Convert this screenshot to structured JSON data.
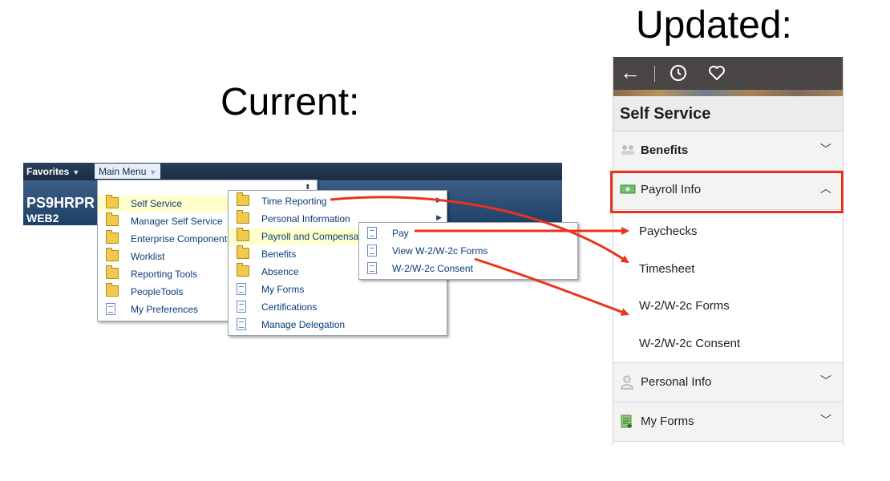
{
  "titles": {
    "current": "Current:",
    "updated": "Updated:"
  },
  "current": {
    "favorites_label": "Favorites",
    "main_menu_label": "Main Menu",
    "banner_title": "PS9HRPR",
    "banner_subtitle": "WEB2",
    "menu_level1": [
      {
        "label": "Self Service",
        "icon": "folder-icon",
        "highlighted": true
      },
      {
        "label": "Manager Self Service",
        "icon": "folder-icon"
      },
      {
        "label": "Enterprise Components",
        "icon": "folder-icon"
      },
      {
        "label": "Worklist",
        "icon": "folder-icon"
      },
      {
        "label": "Reporting Tools",
        "icon": "folder-icon"
      },
      {
        "label": "PeopleTools",
        "icon": "folder-icon"
      },
      {
        "label": "My Preferences",
        "icon": "document-icon"
      }
    ],
    "menu_level2": [
      {
        "label": "Time Reporting",
        "icon": "folder-icon",
        "submenu": true
      },
      {
        "label": "Personal Information",
        "icon": "folder-icon",
        "submenu": true
      },
      {
        "label": "Payroll and Compensation",
        "icon": "folder-icon",
        "highlighted": true
      },
      {
        "label": "Benefits",
        "icon": "folder-icon"
      },
      {
        "label": "Absence",
        "icon": "folder-icon"
      },
      {
        "label": "My Forms",
        "icon": "document-icon"
      },
      {
        "label": "Certifications",
        "icon": "document-icon"
      },
      {
        "label": "Manage Delegation",
        "icon": "document-icon"
      }
    ],
    "menu_level3": [
      {
        "label": "Pay",
        "icon": "document-icon"
      },
      {
        "label": "View W-2/W-2c Forms",
        "icon": "document-icon"
      },
      {
        "label": "W-2/W-2c Consent",
        "icon": "document-icon"
      }
    ]
  },
  "updated": {
    "header_title": "Self Service",
    "toolbar_icons": [
      "back-arrow-icon",
      "history-icon",
      "favorites-heart-icon"
    ],
    "sections": [
      {
        "label": "Benefits",
        "icon": "benefits-icon",
        "expanded": false
      },
      {
        "label": "Payroll Info",
        "icon": "payroll-icon",
        "expanded": true,
        "items": [
          "Paychecks",
          "Timesheet",
          "W-2/W-2c Forms",
          "W-2/W-2c Consent"
        ]
      },
      {
        "label": "Personal Info",
        "icon": "person-icon",
        "expanded": false
      },
      {
        "label": "My Forms",
        "icon": "forms-icon",
        "expanded": false
      }
    ]
  },
  "colors": {
    "annotation_red": "#e8341c",
    "menu_link": "#0a3b7a",
    "highlight": "#ffffcc"
  }
}
